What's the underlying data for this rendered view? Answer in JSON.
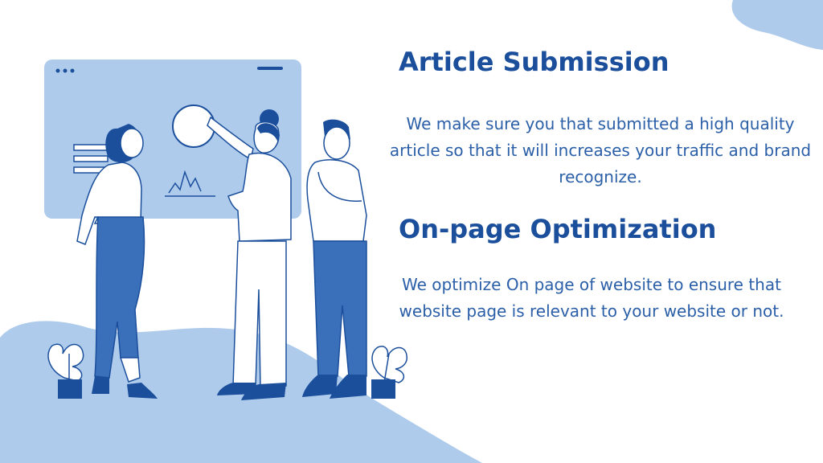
{
  "colors": {
    "primary": "#1b4f9c",
    "text": "#2b5fa8",
    "light": "#aecbec",
    "accent": "#3a6fba"
  },
  "sections": [
    {
      "title": "Article Submission",
      "lines": [
        "We make sure you that submitted a high quality",
        "article so that it will increases your traffic and brand",
        "recognize."
      ]
    },
    {
      "title": "On-page Optimization",
      "lines": [
        "We optimize On page of website to ensure that",
        "website page is relevant to your website or not."
      ]
    }
  ]
}
